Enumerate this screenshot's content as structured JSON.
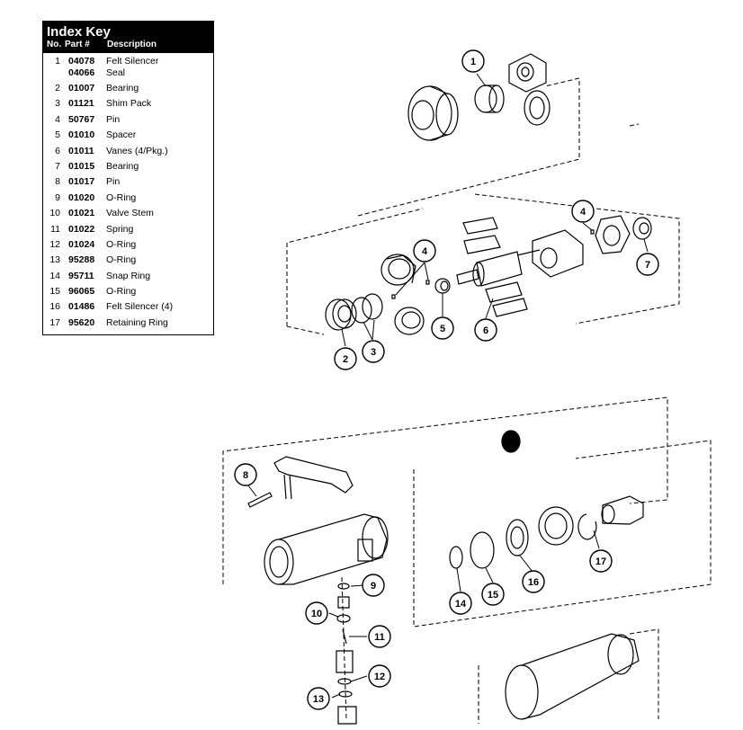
{
  "index_key": {
    "title": "Index Key",
    "headers": {
      "no": "No.",
      "part": "Part #",
      "description": "Description"
    },
    "rows": [
      {
        "no": "1",
        "parts": [
          "04078",
          "04066"
        ],
        "descs": [
          "Felt Silencer",
          "Seal"
        ]
      },
      {
        "no": "2",
        "parts": [
          "01007"
        ],
        "descs": [
          "Bearing"
        ]
      },
      {
        "no": "3",
        "parts": [
          "01121"
        ],
        "descs": [
          "Shim Pack"
        ]
      },
      {
        "no": "4",
        "parts": [
          "50767"
        ],
        "descs": [
          "Pin"
        ]
      },
      {
        "no": "5",
        "parts": [
          "01010"
        ],
        "descs": [
          "Spacer"
        ]
      },
      {
        "no": "6",
        "parts": [
          "01011"
        ],
        "descs": [
          "Vanes (4/Pkg.)"
        ]
      },
      {
        "no": "7",
        "parts": [
          "01015"
        ],
        "descs": [
          "Bearing"
        ]
      },
      {
        "no": "8",
        "parts": [
          "01017"
        ],
        "descs": [
          "Pin"
        ]
      },
      {
        "no": "9",
        "parts": [
          "01020"
        ],
        "descs": [
          "O-Ring"
        ]
      },
      {
        "no": "10",
        "parts": [
          "01021"
        ],
        "descs": [
          "Valve Stem"
        ]
      },
      {
        "no": "11",
        "parts": [
          "01022"
        ],
        "descs": [
          "Spring"
        ]
      },
      {
        "no": "12",
        "parts": [
          "01024"
        ],
        "descs": [
          "O-Ring"
        ]
      },
      {
        "no": "13",
        "parts": [
          "95288"
        ],
        "descs": [
          "O-Ring"
        ]
      },
      {
        "no": "14",
        "parts": [
          "95711"
        ],
        "descs": [
          "Snap Ring"
        ]
      },
      {
        "no": "15",
        "parts": [
          "96065"
        ],
        "descs": [
          "O-Ring"
        ]
      },
      {
        "no": "16",
        "parts": [
          "01486"
        ],
        "descs": [
          "Felt Silencer (4)"
        ]
      },
      {
        "no": "17",
        "parts": [
          "95620"
        ],
        "descs": [
          "Retaining Ring"
        ]
      }
    ]
  },
  "callouts": [
    "1",
    "2",
    "3",
    "4",
    "4",
    "5",
    "6",
    "7",
    "8",
    "9",
    "10",
    "11",
    "12",
    "13",
    "14",
    "15",
    "16",
    "17"
  ]
}
